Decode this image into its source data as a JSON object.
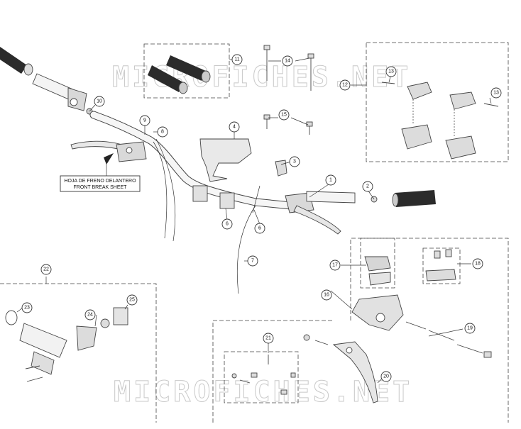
{
  "watermark": {
    "text": "MICROFICHES.NET"
  },
  "note": {
    "line1": "HOJA DE FRENO DELANTERO",
    "line2": "FRONT BREAK SHEET"
  },
  "callouts": [
    "1",
    "2",
    "3",
    "4",
    "6",
    "6",
    "7",
    "8",
    "9",
    "10",
    "11",
    "12",
    "13",
    "13",
    "14",
    "15",
    "16",
    "17",
    "18",
    "19",
    "20",
    "21",
    "22",
    "23",
    "24",
    "25"
  ],
  "colors": {
    "ink": "#333333",
    "grip": "#2b2b2b",
    "part_fill": "#e3e3e3",
    "watermark": "#c9c9c9"
  }
}
